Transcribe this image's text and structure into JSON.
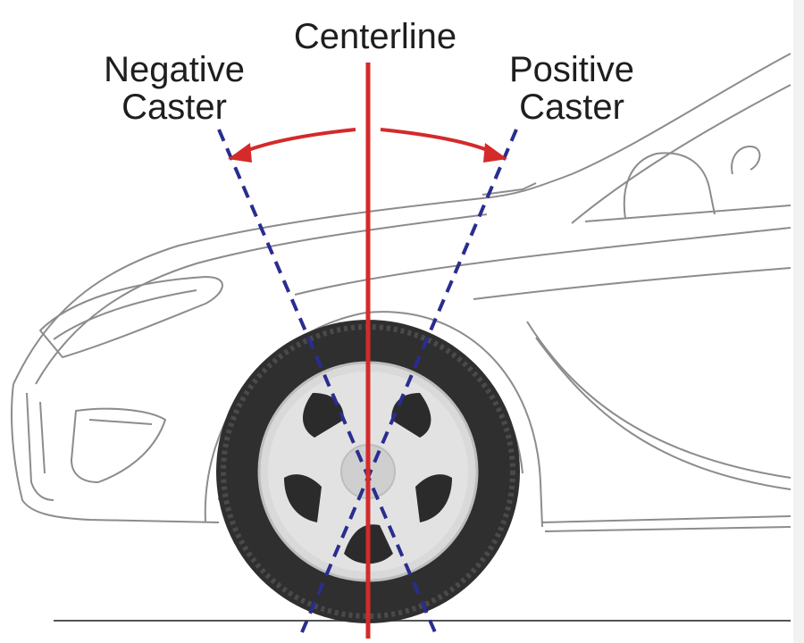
{
  "labels": {
    "centerline": "Centerline",
    "negative_caster_line1": "Negative",
    "negative_caster_line2": "Caster",
    "positive_caster_line1": "Positive",
    "positive_caster_line2": "Caster"
  },
  "colors": {
    "centerline": "#d42a2a",
    "caster_lines": "#2a2d8f",
    "car_outline": "#8c8c8c",
    "tire": "#3a3a3a",
    "wheel": "#d8d8d8",
    "text": "#1e1e1e"
  },
  "icons": {
    "car": "car-outline-icon",
    "wheel": "wheel-icon"
  }
}
